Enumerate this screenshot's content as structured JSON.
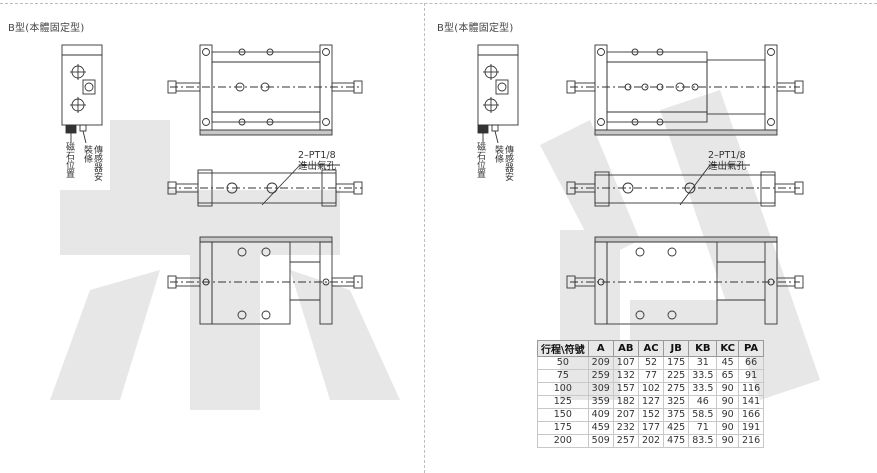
{
  "left": {
    "title": "B型(本體固定型)",
    "label_magnet": "磁石位置",
    "label_sensor": "傳感器安裝條",
    "callout_line1": "2–PT1/8",
    "callout_line2": "進出氣孔"
  },
  "right": {
    "title": "B型(本體固定型)",
    "label_magnet": "磁石位置",
    "label_sensor": "傳感器安裝條",
    "callout_line1": "2–PT1/8",
    "callout_line2": "進出氣孔"
  },
  "spec_table": {
    "headers": [
      "行程\\符號",
      "A",
      "AB",
      "AC",
      "JB",
      "KB",
      "KC",
      "PA"
    ],
    "rows": [
      [
        "50",
        "209",
        "107",
        "52",
        "175",
        "31",
        "45",
        "66"
      ],
      [
        "75",
        "259",
        "132",
        "77",
        "225",
        "33.5",
        "65",
        "91"
      ],
      [
        "100",
        "309",
        "157",
        "102",
        "275",
        "33.5",
        "90",
        "116"
      ],
      [
        "125",
        "359",
        "182",
        "127",
        "325",
        "46",
        "90",
        "141"
      ],
      [
        "150",
        "409",
        "207",
        "152",
        "375",
        "58.5",
        "90",
        "166"
      ],
      [
        "175",
        "459",
        "232",
        "177",
        "425",
        "71",
        "90",
        "191"
      ],
      [
        "200",
        "509",
        "257",
        "202",
        "475",
        "83.5",
        "90",
        "216"
      ]
    ]
  },
  "colors": {
    "watermark": "#e6e6e6",
    "line": "#333333",
    "base_plate": "#c8c8c8"
  }
}
